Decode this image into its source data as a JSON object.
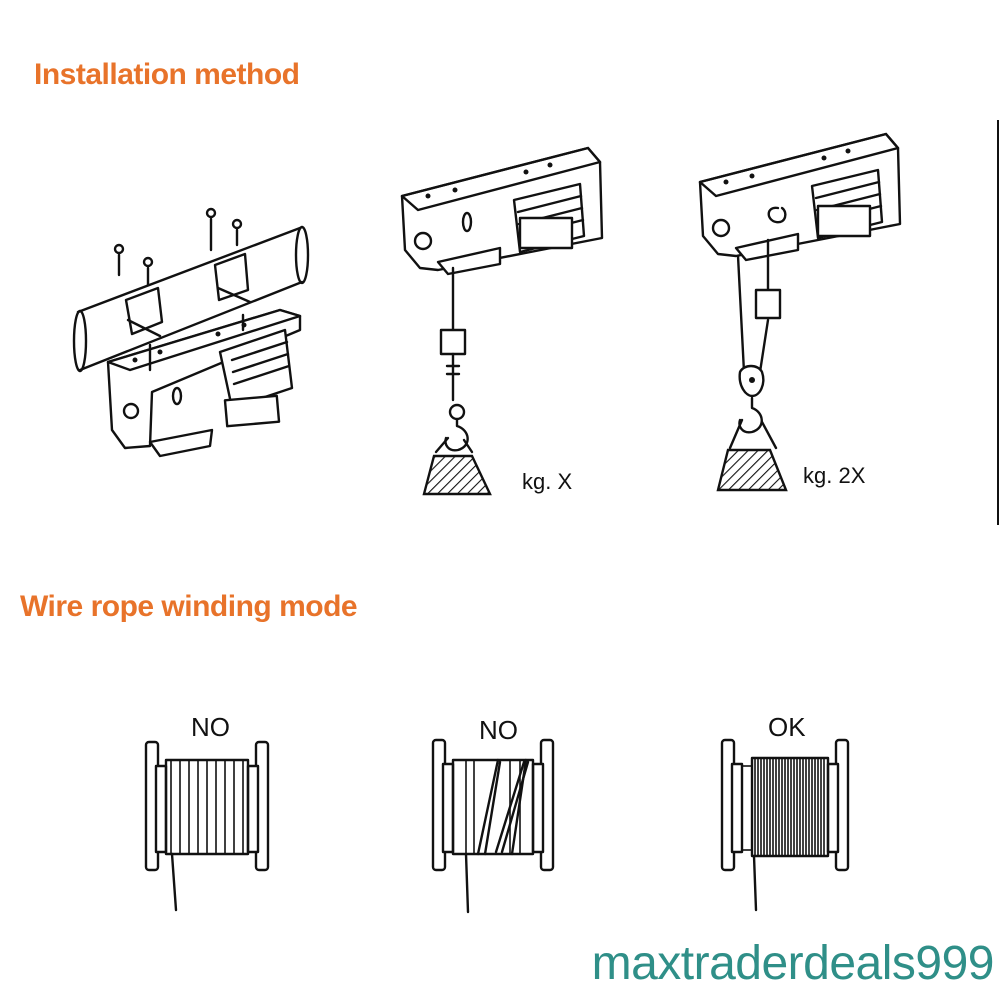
{
  "sections": {
    "installation": {
      "title": "Installation method"
    },
    "winding": {
      "title": "Wire rope winding mode"
    }
  },
  "hoists": {
    "single": {
      "load_label": "kg.  X"
    },
    "double": {
      "load_label": "kg.  2X"
    }
  },
  "spools": [
    {
      "label": "NO"
    },
    {
      "label": "NO"
    },
    {
      "label": "OK"
    }
  ],
  "watermark": "maxtraderdeals999",
  "colors": {
    "heading": "#e8732a",
    "watermark": "#2f8f88",
    "line": "#111111"
  }
}
